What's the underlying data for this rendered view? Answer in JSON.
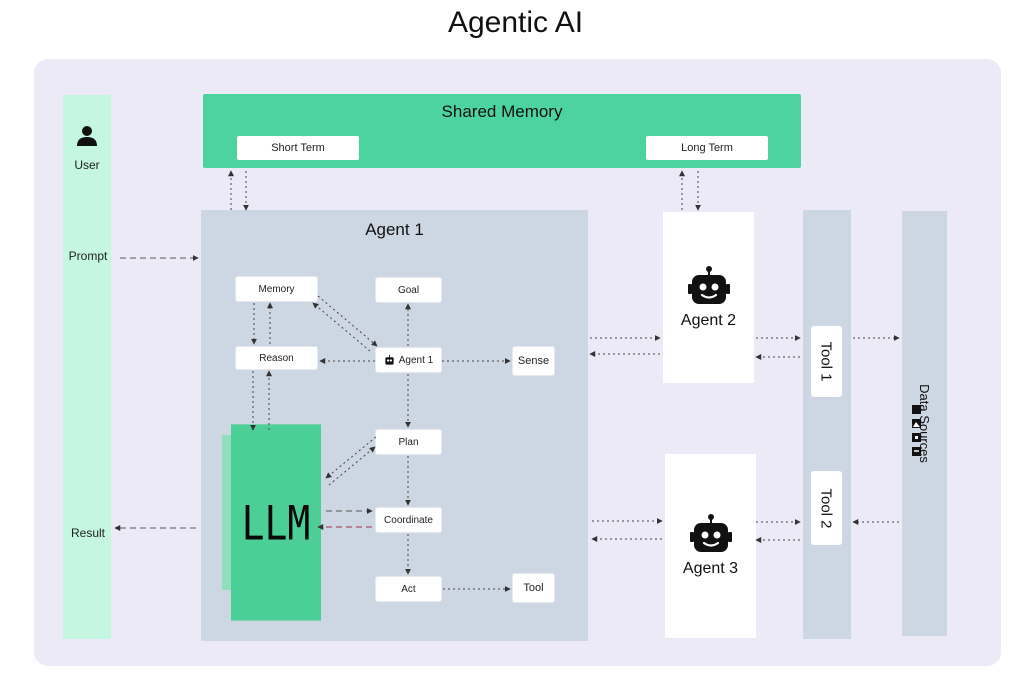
{
  "title": "Agentic AI",
  "user_column": {
    "user_label": "User",
    "prompt_label": "Prompt",
    "result_label": "Result"
  },
  "shared_memory": {
    "title": "Shared Memory",
    "short_term": "Short Term",
    "long_term": "Long Term"
  },
  "agent1": {
    "title": "Agent 1",
    "nodes": {
      "memory": "Memory",
      "goal": "Goal",
      "reason": "Reason",
      "agent": "Agent 1",
      "sense": "Sense",
      "plan": "Plan",
      "coordinate": "Coordinate",
      "act": "Act",
      "tool": "Tool"
    },
    "llm": "LLM"
  },
  "agent2": {
    "label": "Agent 2"
  },
  "agent3": {
    "label": "Agent 3"
  },
  "tools": {
    "tool1": "Tool 1",
    "tool2": "Tool 2"
  },
  "data_sources": {
    "label": "Data Sources"
  },
  "colors": {
    "shared_memory": "#4cd39f",
    "user_column": "#c4f6e1",
    "agent_panel": "#cdd6e3",
    "background": "#eceaf6"
  },
  "icons": [
    "user-icon",
    "robot-icon",
    "data-sources-icon"
  ]
}
